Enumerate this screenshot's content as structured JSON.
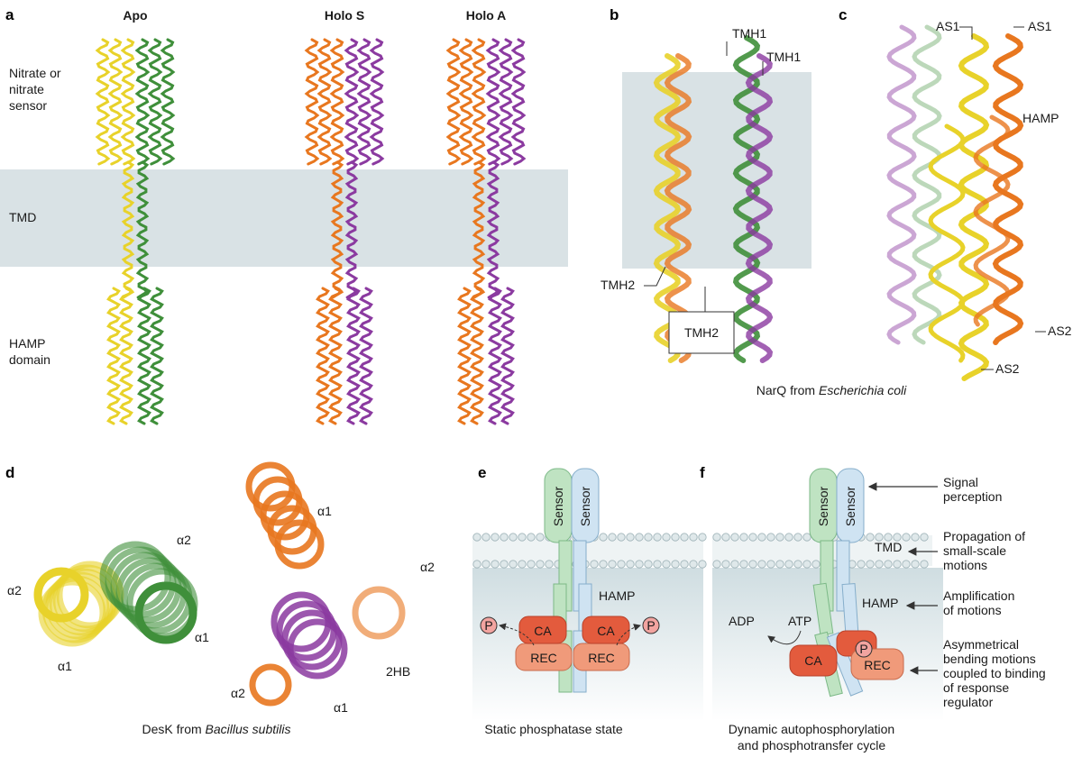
{
  "colors": {
    "membrane": "#d9e2e5",
    "yellow": "#e8d22a",
    "green": "#3f8f3a",
    "orange": "#e8771f",
    "purple": "#8b3aa0",
    "sensor_green": "#bfe3c2",
    "sensor_blue": "#cfe3f2",
    "ca_red": "#e35b3d",
    "rec_salmon": "#f09a7a",
    "p_pink": "#f2a4a0",
    "cyto_bg": "#dbe6e9"
  },
  "panel_a": {
    "letter": "a",
    "headers": [
      "Apo",
      "Holo S",
      "Holo A"
    ],
    "side_labels": {
      "sensor_line1": "Nitrate or",
      "sensor_line2": "nitrate",
      "sensor_line3": "sensor",
      "tmd": "TMD",
      "hamp_line1": "HAMP",
      "hamp_line2": "domain"
    }
  },
  "panel_b": {
    "letter": "b",
    "labels": {
      "tmh1_a": "TMH1",
      "tmh1_b": "TMH1",
      "tmh2": "TMH2",
      "tmh2_box": "TMH2"
    }
  },
  "panel_c": {
    "letter": "c",
    "labels": {
      "as1_a": "AS1",
      "as1_b": "AS1",
      "hamp": "HAMP",
      "as2_a": "AS2",
      "as2_b": "AS2"
    }
  },
  "bc_caption": {
    "prefix": "NarQ from ",
    "organism": "Escherichia coli"
  },
  "panel_d": {
    "letter": "d",
    "labels": {
      "left_a2_top": "α2",
      "left_a2_left": "α2",
      "left_a1_right": "α1",
      "left_a1_bottom": "α1",
      "right_a1_top": "α1",
      "right_a2_right": "α2",
      "right_2hb": "2HB",
      "right_a2_bottom": "α2",
      "right_a1_bottom": "α1"
    },
    "caption": {
      "prefix": "DesK from ",
      "organism": "Bacillus subtilis"
    }
  },
  "panel_e": {
    "letter": "e",
    "sensor": "Sensor",
    "hamp": "HAMP",
    "ca": "CA",
    "rec": "REC",
    "p": "P",
    "caption": "Static phosphatase state"
  },
  "panel_f": {
    "letter": "f",
    "sensor": "Sensor",
    "tmd": "TMD",
    "hamp": "HAMP",
    "adp": "ADP",
    "atp": "ATP",
    "ca": "CA",
    "rec": "REC",
    "p": "P",
    "annotations": {
      "signal_1": "Signal",
      "signal_2": "perception",
      "prop_1": "Propagation of",
      "prop_2": "small-scale",
      "prop_3": "motions",
      "amp_1": "Amplification",
      "amp_2": "of motions",
      "asym_1": "Asymmetrical",
      "asym_2": "bending motions",
      "asym_3": "coupled to binding",
      "asym_4": "of response",
      "asym_5": "regulator"
    },
    "caption_1": "Dynamic autophosphorylation",
    "caption_2": "and phosphotransfer cycle"
  }
}
